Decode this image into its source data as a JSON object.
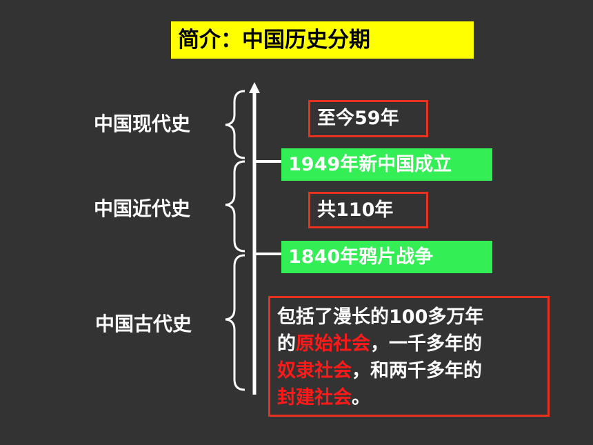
{
  "title": "简介：中国历史分期",
  "eras": {
    "modern": "中国现代史",
    "near": "中国近代史",
    "ancient": "中国古代史"
  },
  "events": {
    "e1949": "1949年新中国成立",
    "e1840": "1840年鸦片战争"
  },
  "durations": {
    "now": "至今59年",
    "near": "共110年"
  },
  "ancient_desc": {
    "l1": "包括了漫长的100多万年",
    "l2_a": "的",
    "l2_b": "原始社会",
    "l2_c": "，一千多年的",
    "l3_a": "奴隶社会",
    "l3_b": "，和两千多年的",
    "l4_a": "封建社会",
    "l4_b": "。"
  },
  "colors": {
    "background": "#333333",
    "title_bg": "#ffff00",
    "event_bg": "#33ee55",
    "box_border": "#e8321e",
    "highlight": "#ff1a1a"
  }
}
